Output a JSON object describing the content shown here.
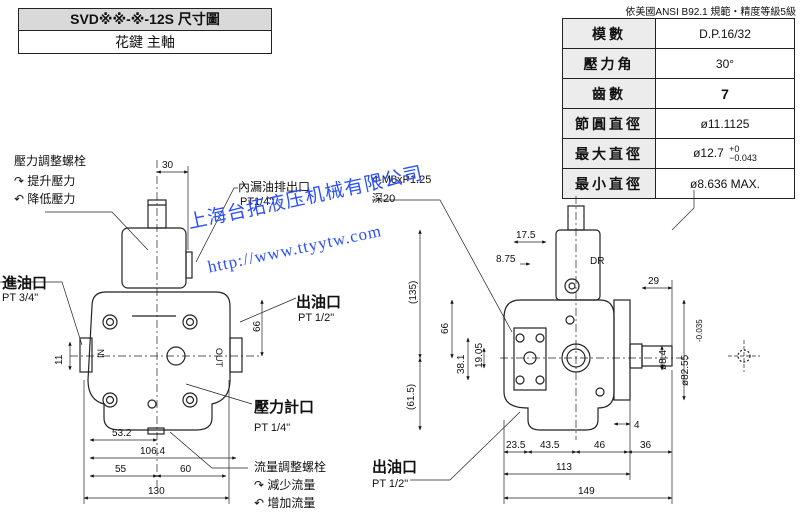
{
  "title": {
    "main": "SVD※※-※-12S 尺寸圖",
    "sub": "花鍵 主軸"
  },
  "spec": {
    "caption": "依美國ANSI  B92.1 規範・精度等級5級",
    "rows": [
      {
        "key": "模數",
        "value": "D.P.16/32"
      },
      {
        "key": "壓力角",
        "value": "30°"
      },
      {
        "key": "齒數",
        "value": "7"
      },
      {
        "key": "節圓直徑",
        "value": "ø11.1125"
      },
      {
        "key": "最大直徑",
        "value": "ø12.7",
        "tol_upper": "+0",
        "tol_lower": "−0.043"
      },
      {
        "key": "最小直徑",
        "value": "ø8.636 MAX."
      }
    ]
  },
  "labels": {
    "pressure_screw": "壓力調整螺栓",
    "raise_pressure": "提升壓力",
    "lower_pressure": "降低壓力",
    "drain_port": "內漏油排出口",
    "drain_port_size": "PT1/4\"",
    "inlet_port": "進油口",
    "inlet_port_size": "PT 3/4\"",
    "outlet_port": "出油口",
    "outlet_port_size": "PT 1/2\"",
    "gauge_port": "壓力計口",
    "gauge_port_size": "PT 1/4\"",
    "flow_screw": "流量調整螺栓",
    "reduce_flow": "減少流量",
    "increase_flow": "增加流量",
    "outlet_port_side": "出油口",
    "outlet_port_side_size": "PT 1/2\"",
    "bolt_spec": "4-M8xP1.25",
    "bolt_depth": "深20",
    "in_mark": "IN",
    "out_mark": "OUT",
    "dr_mark": "DR"
  },
  "watermark": {
    "line1": "上海台拓液压机械有限公司",
    "line2": "http://www.ttyytw.com"
  },
  "dimensions_front": {
    "d30": "30",
    "d11": "11",
    "d66": "66",
    "d53_2": "53.2",
    "d106_4": "106.4",
    "d55": "55",
    "d60": "60",
    "d130": "130"
  },
  "dimensions_side": {
    "d17_5": "17.5",
    "d8_75": "8.75",
    "d135": "(135)",
    "d66": "66",
    "d38_1": "38.1",
    "d19_05": "19.05",
    "d61_5": "(61.5)",
    "d29": "29",
    "d8_4": "ø8.4",
    "d82_55": "ø82.55",
    "d82_55_tol": "-0.035",
    "d4": "4",
    "d23_5": "23.5",
    "d43_5": "43.5",
    "d46": "46",
    "d36": "36",
    "d113": "113",
    "d149": "149"
  }
}
